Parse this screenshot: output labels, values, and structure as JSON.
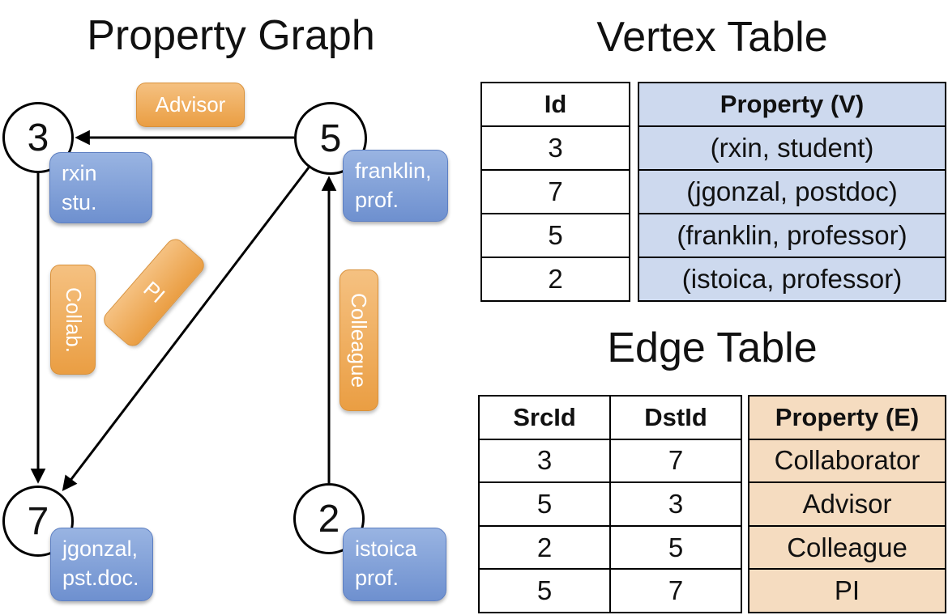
{
  "graph": {
    "title": "Property Graph",
    "nodes": [
      {
        "id": "3",
        "property_line1": "rxin",
        "property_line2": "stu."
      },
      {
        "id": "5",
        "property_line1": "franklin,",
        "property_line2": "prof."
      },
      {
        "id": "7",
        "property_line1": "jgonzal,",
        "property_line2": "pst.doc."
      },
      {
        "id": "2",
        "property_line1": "istoica",
        "property_line2": "prof."
      }
    ],
    "edge_labels": {
      "advisor": "Advisor",
      "collab": "Collab.",
      "pi": "PI",
      "colleague": "Colleague"
    }
  },
  "vertex_table": {
    "title": "Vertex Table",
    "headers": {
      "id": "Id",
      "property": "Property (V)"
    },
    "rows": [
      {
        "id": "3",
        "property": "(rxin, student)"
      },
      {
        "id": "7",
        "property": "(jgonzal, postdoc)"
      },
      {
        "id": "5",
        "property": "(franklin, professor)"
      },
      {
        "id": "2",
        "property": "(istoica, professor)"
      }
    ]
  },
  "edge_table": {
    "title": "Edge Table",
    "headers": {
      "src": "SrcId",
      "dst": "DstId",
      "property": "Property (E)"
    },
    "rows": [
      {
        "src": "3",
        "dst": "7",
        "property": "Collaborator"
      },
      {
        "src": "5",
        "dst": "3",
        "property": "Advisor"
      },
      {
        "src": "2",
        "dst": "5",
        "property": "Colleague"
      },
      {
        "src": "5",
        "dst": "7",
        "property": "PI"
      }
    ]
  },
  "colors": {
    "orange-top": "#f5c181",
    "orange-bottom": "#ea9e43",
    "orange-border": "#d9913a",
    "orange-cell": "#f5dcc0",
    "blue-top": "#99b4e2",
    "blue-bottom": "#6e90cf",
    "blue-border": "#5d7fc2",
    "blue-cell": "#cdd9ee",
    "line": "#000000"
  }
}
